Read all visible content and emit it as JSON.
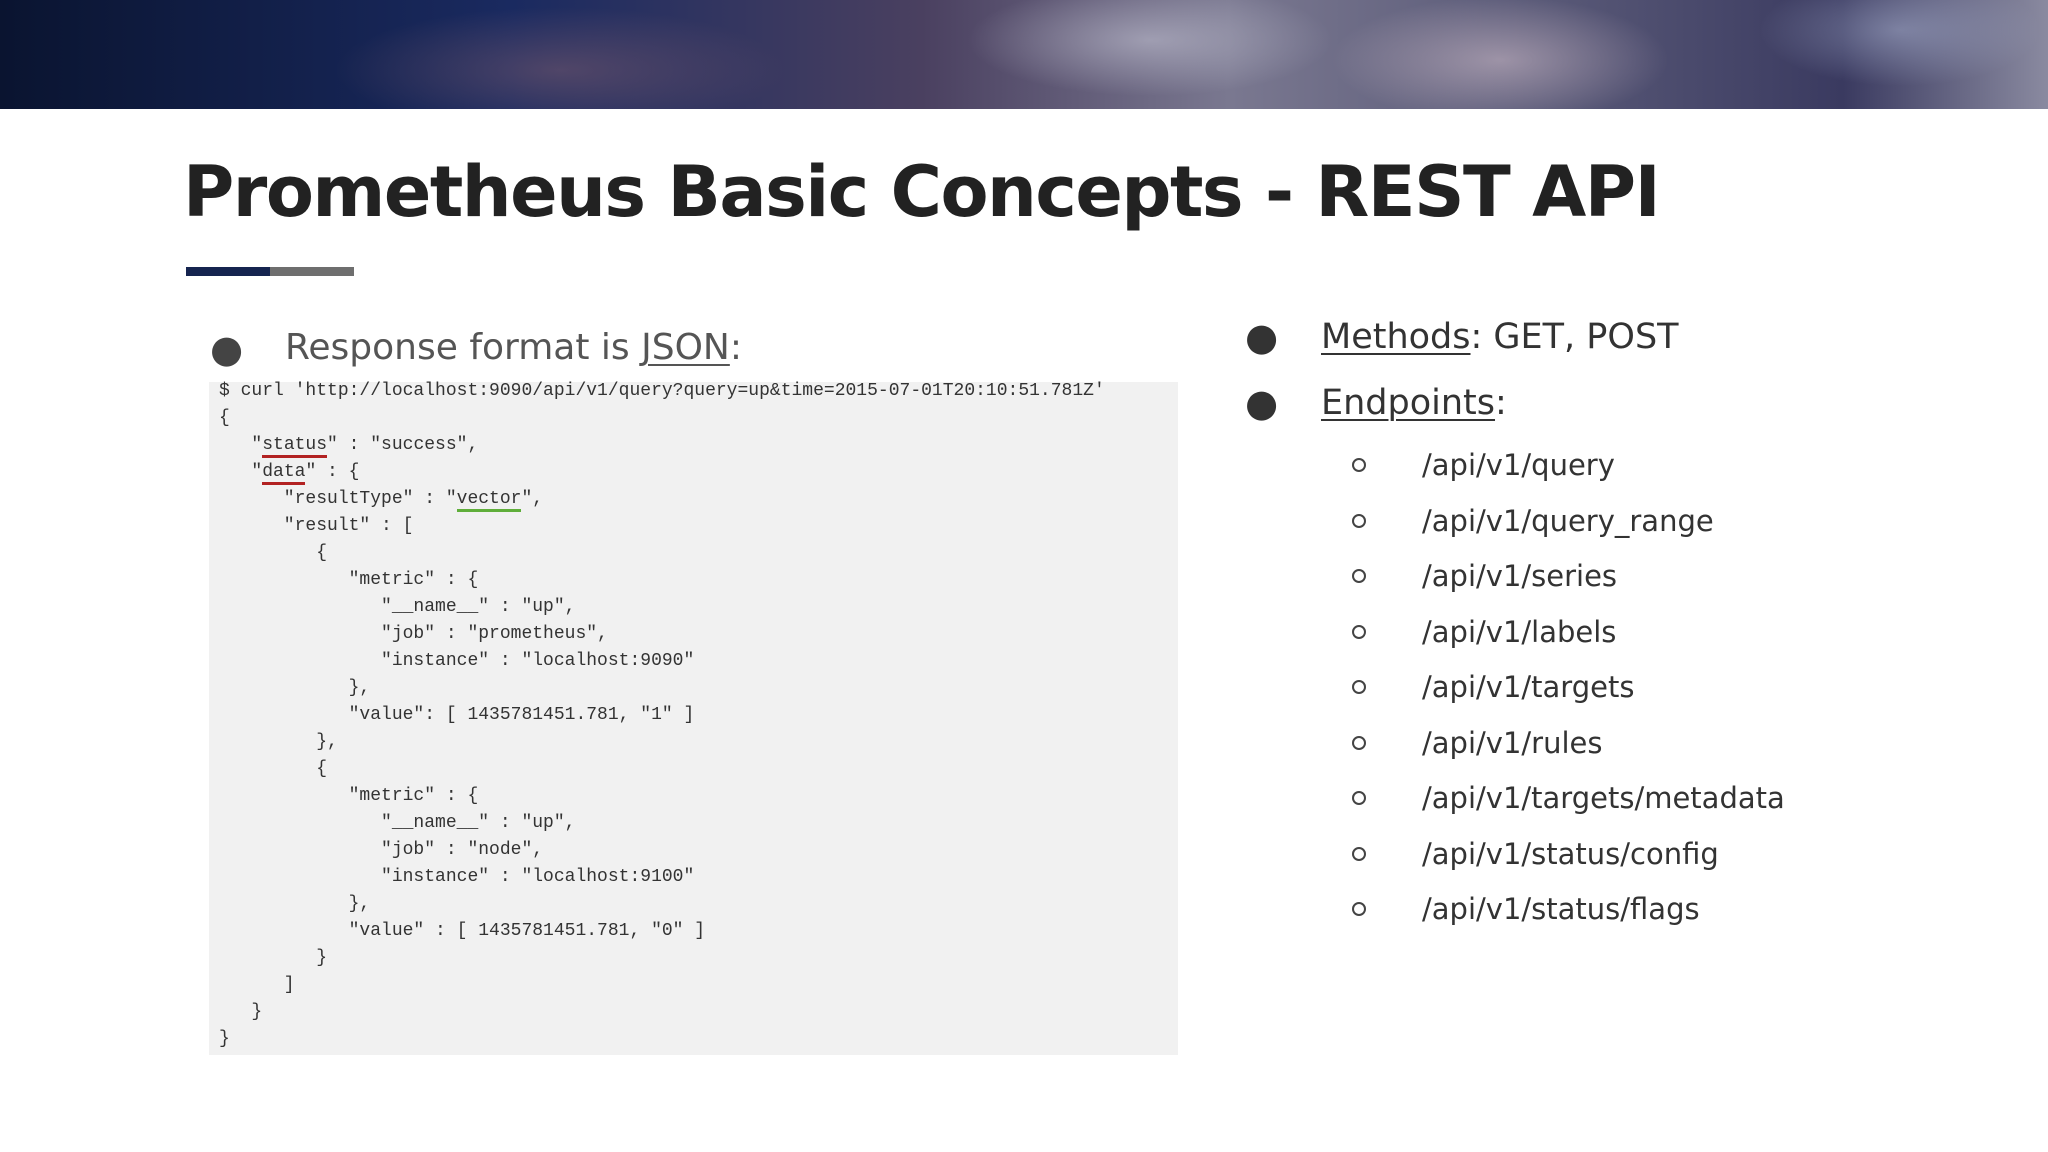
{
  "slide": {
    "title": "Prometheus Basic Concepts - REST API"
  },
  "left": {
    "bullet_symbol": "●",
    "bullet_prefix": "Response format is ",
    "bullet_link": "JSON",
    "bullet_suffix": ":",
    "code": {
      "command": "$ curl 'http://localhost:9090/api/v1/query?query=up&time=2015-07-01T20:10:51.781Z'",
      "lines": [
        "{",
        "   \"status\" : \"success\",",
        "   \"data\" : {",
        "      \"resultType\" : \"vector\",",
        "      \"result\" : [",
        "         {",
        "            \"metric\" : {",
        "               \"__name__\" : \"up\",",
        "               \"job\" : \"prometheus\",",
        "               \"instance\" : \"localhost:9090\"",
        "            },",
        "            \"value\": [ 1435781451.781, \"1\" ]",
        "         },",
        "         {",
        "            \"metric\" : {",
        "               \"__name__\" : \"up\",",
        "               \"job\" : \"node\",",
        "               \"instance\" : \"localhost:9100\"",
        "            },",
        "            \"value\" : [ 1435781451.781, \"0\" ]",
        "         }",
        "      ]",
        "   }",
        "}"
      ],
      "highlights": {
        "status_key": "status",
        "data_key": "data",
        "vector_value": "vector"
      }
    }
  },
  "right": {
    "bullet_symbol": "●",
    "sub_symbol": "○",
    "methods_label": "Methods",
    "methods_value": ": GET, POST",
    "endpoints_label": "Endpoints",
    "endpoints_suffix": ":",
    "endpoints": [
      "/api/v1/query",
      "/api/v1/query_range",
      "/api/v1/series",
      "/api/v1/labels",
      "/api/v1/targets",
      "/api/v1/rules",
      "/api/v1/targets/metadata",
      "/api/v1/status/config",
      "/api/v1/status/flags"
    ]
  },
  "colors": {
    "accent_dark": "#15244f",
    "accent_gray": "#6e6e6e",
    "underline_red": "#b22222",
    "underline_green": "#5fae3a"
  }
}
